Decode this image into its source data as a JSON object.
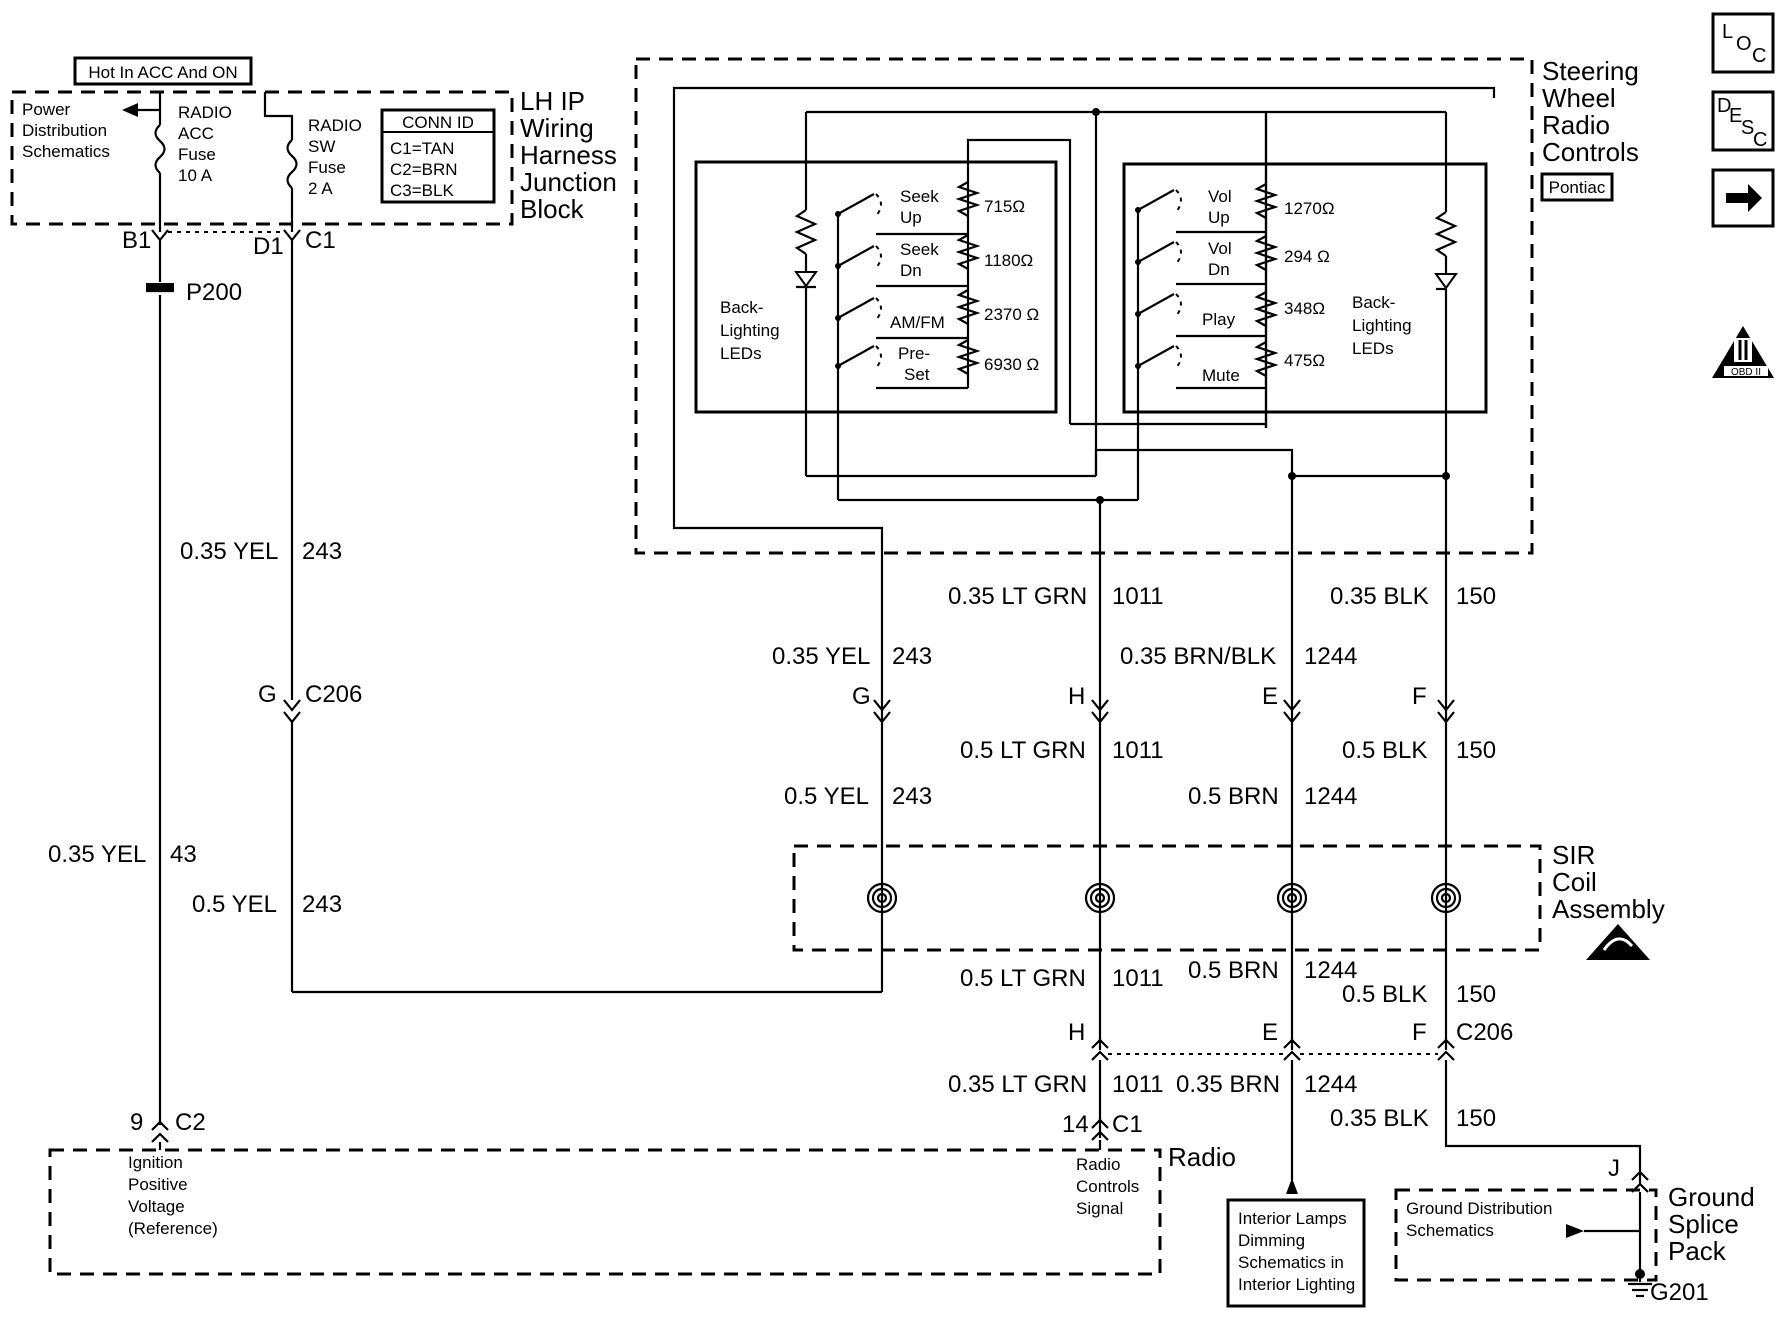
{
  "fuse_block": {
    "hot_label": "Hot In ACC And ON",
    "power_dist": [
      "Power",
      "Distribution",
      "Schematics"
    ],
    "radio_acc_fuse": [
      "RADIO",
      "ACC",
      "Fuse",
      "10 A"
    ],
    "radio_sw_fuse": [
      "RADIO",
      "SW",
      "Fuse",
      "2 A"
    ],
    "conn_id_title": "CONN ID",
    "conn_ids": [
      "C1=TAN",
      "C2=BRN",
      "C3=BLK"
    ],
    "harness_name": [
      "LH IP",
      "Wiring",
      "Harness",
      "Junction",
      "Block"
    ],
    "pin_b1": "B1",
    "pin_d1": "D1",
    "conn_c1": "C1",
    "p200": "P200"
  },
  "steering": {
    "name": [
      "Steering",
      "Wheel",
      "Radio",
      "Controls"
    ],
    "badge": "Pontiac",
    "left_switches": [
      {
        "label": [
          "Seek",
          "Up"
        ],
        "ohm": "715Ω"
      },
      {
        "label": [
          "Seek",
          "Dn"
        ],
        "ohm": "1180Ω"
      },
      {
        "label": [
          "AM/FM"
        ],
        "ohm": "2370 Ω"
      },
      {
        "label": [
          "Pre-",
          "Set"
        ],
        "ohm": "6930 Ω"
      }
    ],
    "right_switches": [
      {
        "label": [
          "Vol",
          "Up"
        ],
        "ohm": "1270Ω"
      },
      {
        "label": [
          "Vol",
          "Dn"
        ],
        "ohm": "294 Ω"
      },
      {
        "label": [
          "Play"
        ],
        "ohm": "348Ω"
      },
      {
        "label": [
          "Mute"
        ],
        "ohm": "475Ω"
      }
    ],
    "backlight": [
      "Back-",
      "Lighting",
      "LEDs"
    ]
  },
  "wires": {
    "w243_035": [
      "0.35 YEL",
      "243"
    ],
    "w43": [
      "0.35 YEL",
      "43"
    ],
    "w243_05_left": [
      "0.5 YEL",
      "243"
    ],
    "w243_035_right": [
      "0.35 YEL",
      "243"
    ],
    "w243_05_right": [
      "0.5 YEL",
      "243"
    ],
    "w1011_035_top": [
      "0.35 LT GRN",
      "1011"
    ],
    "w1011_05_mid": [
      "0.5 LT GRN",
      "1011"
    ],
    "w1011_05_low": [
      "0.5 LT GRN",
      "1011"
    ],
    "w1011_035_bot": [
      "0.35 LT GRN",
      "1011"
    ],
    "w1244_top": [
      "0.35 BRN/BLK",
      "1244"
    ],
    "w1244_mid": [
      "0.5 BRN",
      "1244"
    ],
    "w1244_low": [
      "0.5 BRN",
      "1244"
    ],
    "w1244_bot": [
      "0.35 BRN",
      "1244"
    ],
    "w150_top": [
      "0.35 BLK",
      "150"
    ],
    "w150_mid": [
      "0.5 BLK",
      "150"
    ],
    "w150_low": [
      "0.5 BLK",
      "150"
    ],
    "w150_bot": [
      "0.35 BLK",
      "150"
    ]
  },
  "connectors": {
    "c206_left_pin": "G",
    "c206_left": "C206",
    "upper_pins": [
      "G",
      "H",
      "E",
      "F"
    ],
    "lower_pins": [
      "H",
      "E",
      "F"
    ],
    "c206_right": "C206",
    "radio_pin_9": "9",
    "radio_c2": "C2",
    "radio_pin_14": "14",
    "radio_c1": "C1",
    "ground_pin": "J",
    "g201": "G201"
  },
  "sir": {
    "name": [
      "SIR",
      "Coil",
      "Assembly"
    ]
  },
  "radio": {
    "name": "Radio",
    "ignition": [
      "Ignition",
      "Positive",
      "Voltage",
      "(Reference)"
    ],
    "controls": [
      "Radio",
      "Controls",
      "Signal"
    ]
  },
  "interior_lamps": [
    "Interior Lamps",
    "Dimming",
    "Schematics in",
    "Interior Lighting"
  ],
  "ground": {
    "name": [
      "Ground",
      "Splice",
      "Pack"
    ],
    "dist": [
      "Ground Distribution",
      "Schematics"
    ]
  },
  "nav": {
    "loc": [
      "L",
      "O",
      "C"
    ],
    "desc": [
      "D",
      "E",
      "S",
      "C"
    ],
    "next_icon": "right-arrow-icon",
    "obd": "OBD II"
  }
}
